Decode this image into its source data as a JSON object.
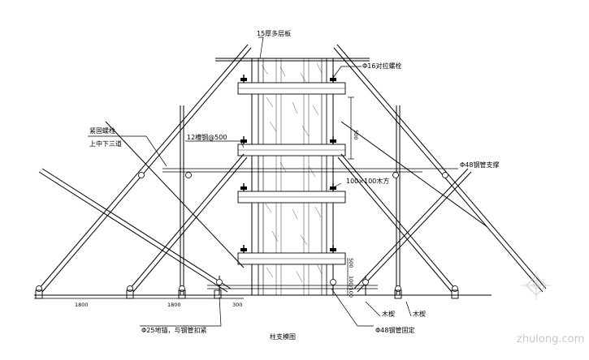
{
  "labels": {
    "formwork_board": "15厚多层板",
    "tie_bolt": "Φ16对拉螺栓",
    "clamp_bolt": "紧固螺栓",
    "clamp_bolt_note": "上中下三道",
    "channel_steel": "12槽钢@500",
    "steel_tube_support": "Φ48钢管支撑",
    "timber": "100×100木方",
    "ground_anchor": "Φ25地锚，与钢管扣紧",
    "steel_tube_fixed": "Φ48钢管固定",
    "wood_wedge_1": "木楔",
    "wood_wedge_2": "木楔",
    "title": "柱支模图",
    "dim_left": "1800",
    "dim_mid": "1800",
    "dim_right": "300",
    "dim_vertical": "500",
    "dim_vertical_2": "500",
    "dim_vertical_3": "100/100"
  },
  "watermark": {
    "text": "zhulong.com"
  },
  "colors": {
    "line": "#000000",
    "watermark": "#c8c8c8",
    "background": "#ffffff"
  }
}
